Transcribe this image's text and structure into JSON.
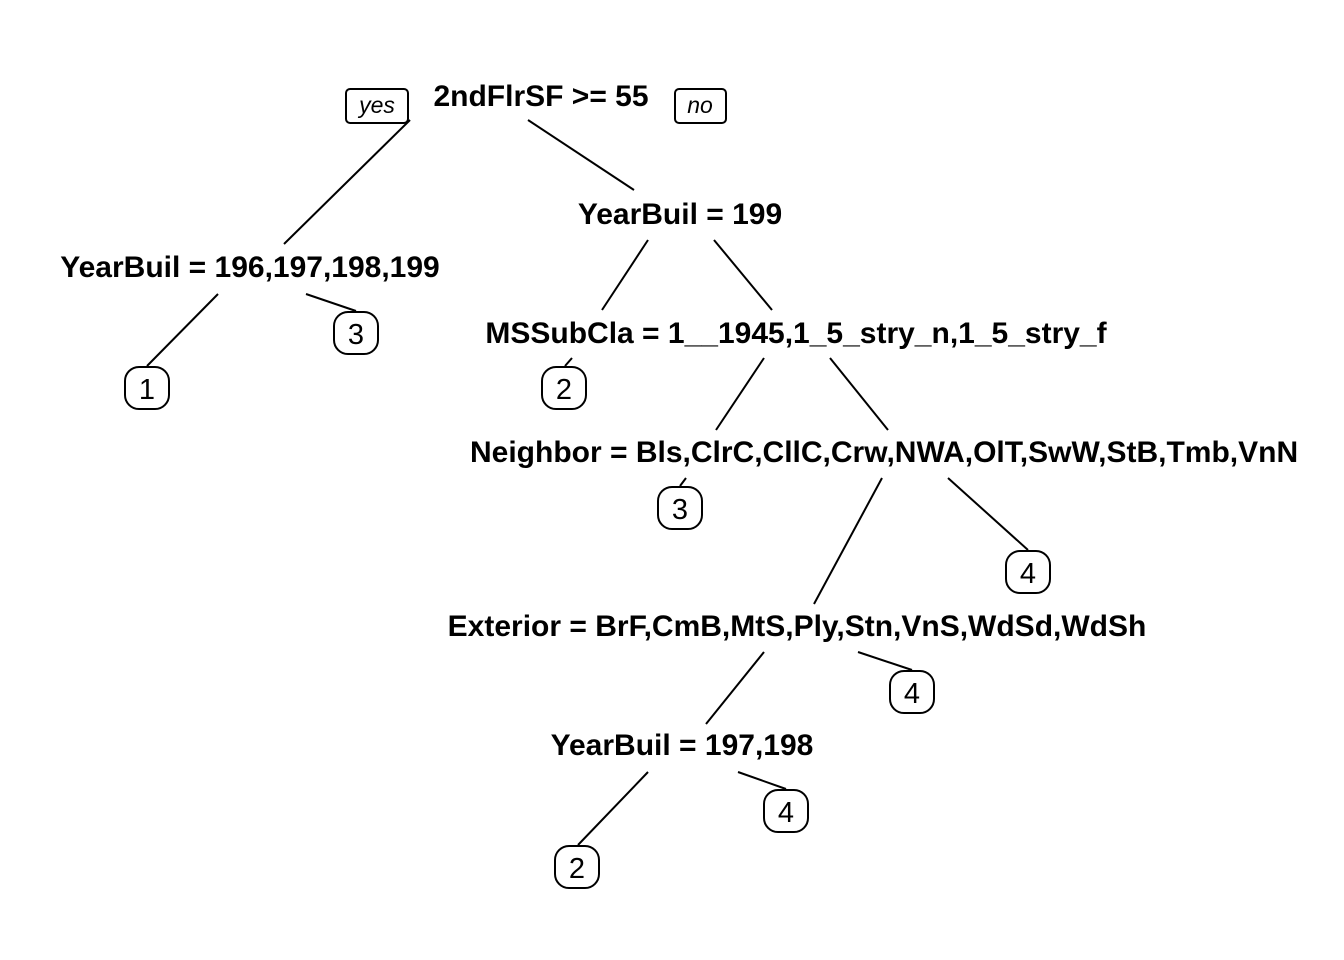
{
  "tree": {
    "root": {
      "label": "2ndFlrSF >= 55",
      "yes_label": "yes",
      "no_label": "no"
    },
    "splits": [
      {
        "id": "n2",
        "label": "YearBuil = 196,197,198,199"
      },
      {
        "id": "n3",
        "label": "YearBuil = 199"
      },
      {
        "id": "n7",
        "label": "MSSubCla = 1__1945,1_5_stry_n,1_5_stry_f"
      },
      {
        "id": "n15",
        "label": "Neighbor = Bls,ClrC,CllC,Crw,NWA,OlT,SwW,StB,Tmb,VnN"
      },
      {
        "id": "n30",
        "label": "Exterior = BrF,CmB,MtS,Ply,Stn,VnS,WdSd,WdSh"
      },
      {
        "id": "n60",
        "label": "YearBuil = 197,198"
      }
    ],
    "leaves": [
      {
        "id": "l4",
        "label": "1"
      },
      {
        "id": "l5",
        "label": "3"
      },
      {
        "id": "l6",
        "label": "2"
      },
      {
        "id": "l14",
        "label": "3"
      },
      {
        "id": "l31",
        "label": "4"
      },
      {
        "id": "l61",
        "label": "4"
      },
      {
        "id": "l120",
        "label": "2"
      },
      {
        "id": "l121",
        "label": "4"
      }
    ]
  }
}
